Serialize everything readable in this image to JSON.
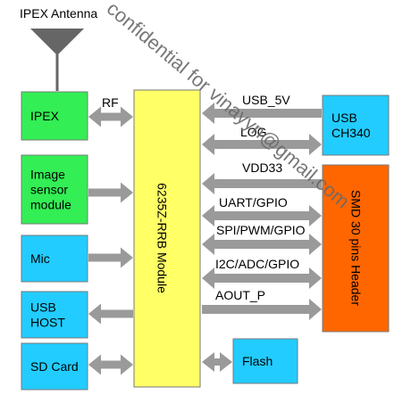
{
  "title": "IPEX Antenna",
  "watermark": "confidential for vinayyn@gmail.com",
  "module": {
    "label": "6235Z-RRB Module",
    "color": "#ffff66"
  },
  "header": {
    "label": "SMD 30 pins Header",
    "color": "#ff6600"
  },
  "left_blocks": [
    {
      "id": "ipex",
      "lines": [
        "IPEX"
      ],
      "color": "#33ee55"
    },
    {
      "id": "image-sensor",
      "lines": [
        "Image",
        "sensor",
        "module"
      ],
      "color": "#33ee55"
    },
    {
      "id": "mic",
      "lines": [
        "Mic"
      ],
      "color": "#22ccff"
    },
    {
      "id": "usb-host",
      "lines": [
        "USB",
        "HOST"
      ],
      "color": "#22ccff"
    },
    {
      "id": "sd-card",
      "lines": [
        "SD Card"
      ],
      "color": "#22ccff"
    }
  ],
  "right_blocks": [
    {
      "id": "usb-ch340",
      "lines": [
        "USB",
        "CH340"
      ],
      "color": "#22ccff"
    },
    {
      "id": "flash",
      "lines": [
        "Flash"
      ],
      "color": "#22ccff"
    }
  ],
  "links": {
    "rf": "RF",
    "usb_5v": "USB_5V",
    "log": "LOG",
    "vdd33": "VDD33",
    "uart": "UART/GPIO",
    "spi": "SPI/PWM/GPIO",
    "i2c": "I2C/ADC/GPIO",
    "aout": "AOUT_P"
  },
  "colors": {
    "arrow": "#9a9a9a",
    "border": "#7a7a7a",
    "antenna": "#666666"
  }
}
